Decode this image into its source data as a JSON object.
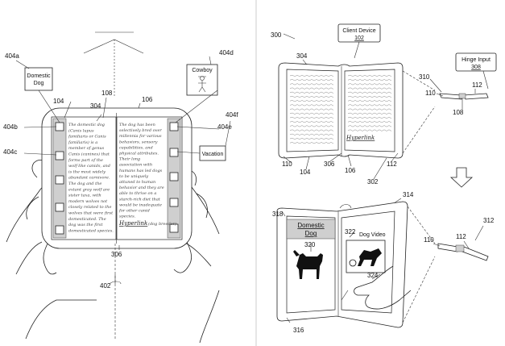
{
  "left_figure": {
    "refs": {
      "r404a": "404a",
      "r404b": "404b",
      "r404c": "404c",
      "r404d": "404d",
      "r404e": "404e",
      "r404f": "404f",
      "r104": "104",
      "r108": "108",
      "r304": "304",
      "r106": "106",
      "r306": "306",
      "r402": "402"
    },
    "callouts": {
      "domestic_dog": "Domestic Dog",
      "cowboy": "Cowboy",
      "vacation": "Vacation"
    },
    "hyperlink": "Hyperlink",
    "hyperlink_suffix": "(dog breeder)",
    "text_left": [
      "The domestic dog",
      "(Canis lupus",
      "familiaris or Canis",
      "familiaris) is a",
      "member of genus",
      "Canis (canines) that",
      "forms part of the",
      "wolf-like canids, and",
      "is the most widely",
      "abundant carnivore.",
      "The dog and the",
      "extant gray wolf are",
      "sister taxa, with",
      "modern wolves not",
      "closely related to the",
      "wolves that were first",
      "domesticated. The",
      "dog was the first",
      "domesticated species."
    ],
    "text_right": [
      "The dog has been",
      "selectively bred over",
      "millennia for various",
      "behaviors, sensory",
      "capabilities, and",
      "physical attributes.",
      "Their long",
      "association with",
      "humans has led dogs",
      "to be uniquely",
      "attuned to human",
      "behavior and they are",
      "able to thrive on a",
      "starch-rich diet that",
      "would be inadequate",
      "for other canid",
      "species."
    ]
  },
  "right_top": {
    "refs": {
      "r300": "300",
      "r304": "304",
      "r310": "310",
      "r110": "110",
      "r112": "112",
      "r108": "108",
      "r104": "104",
      "r306": "306",
      "r106": "106",
      "r302": "302"
    },
    "client_device_label": "Client Device",
    "client_device_ref": "102",
    "hinge_input_label": "Hinge Input",
    "hinge_input_ref": "308",
    "hyperlink": "Hyperlink"
  },
  "right_bottom": {
    "refs": {
      "r314": "314",
      "r318": "318",
      "r312": "312",
      "r320": "320",
      "r322": "322",
      "r110": "110",
      "r112": "112",
      "r324": "324",
      "r316": "316"
    },
    "domestic_dog": "Domestic Dog",
    "dog_video": "Dog Video"
  }
}
